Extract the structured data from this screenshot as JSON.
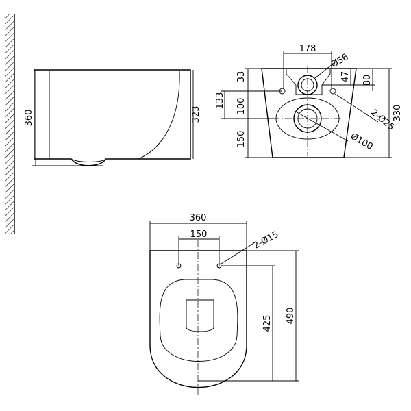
{
  "side_view": {
    "height_overall": "360",
    "height_body": "323"
  },
  "rear_view": {
    "width_top": "178",
    "hole_inlet": "Ø56",
    "offset_top": "33",
    "offset_upper": "133",
    "offset_mid": "100",
    "offset_low": "150",
    "inlet_offset": "47",
    "inlet_depth": "80",
    "overall_height": "330",
    "bolt_holes": "2-Ø25",
    "outlet": "Ø100"
  },
  "plan_view": {
    "width": "360",
    "bolt_spacing": "150",
    "fixing_holes": "2-Ø15",
    "depth_to_holes": "425",
    "depth_overall": "490"
  }
}
